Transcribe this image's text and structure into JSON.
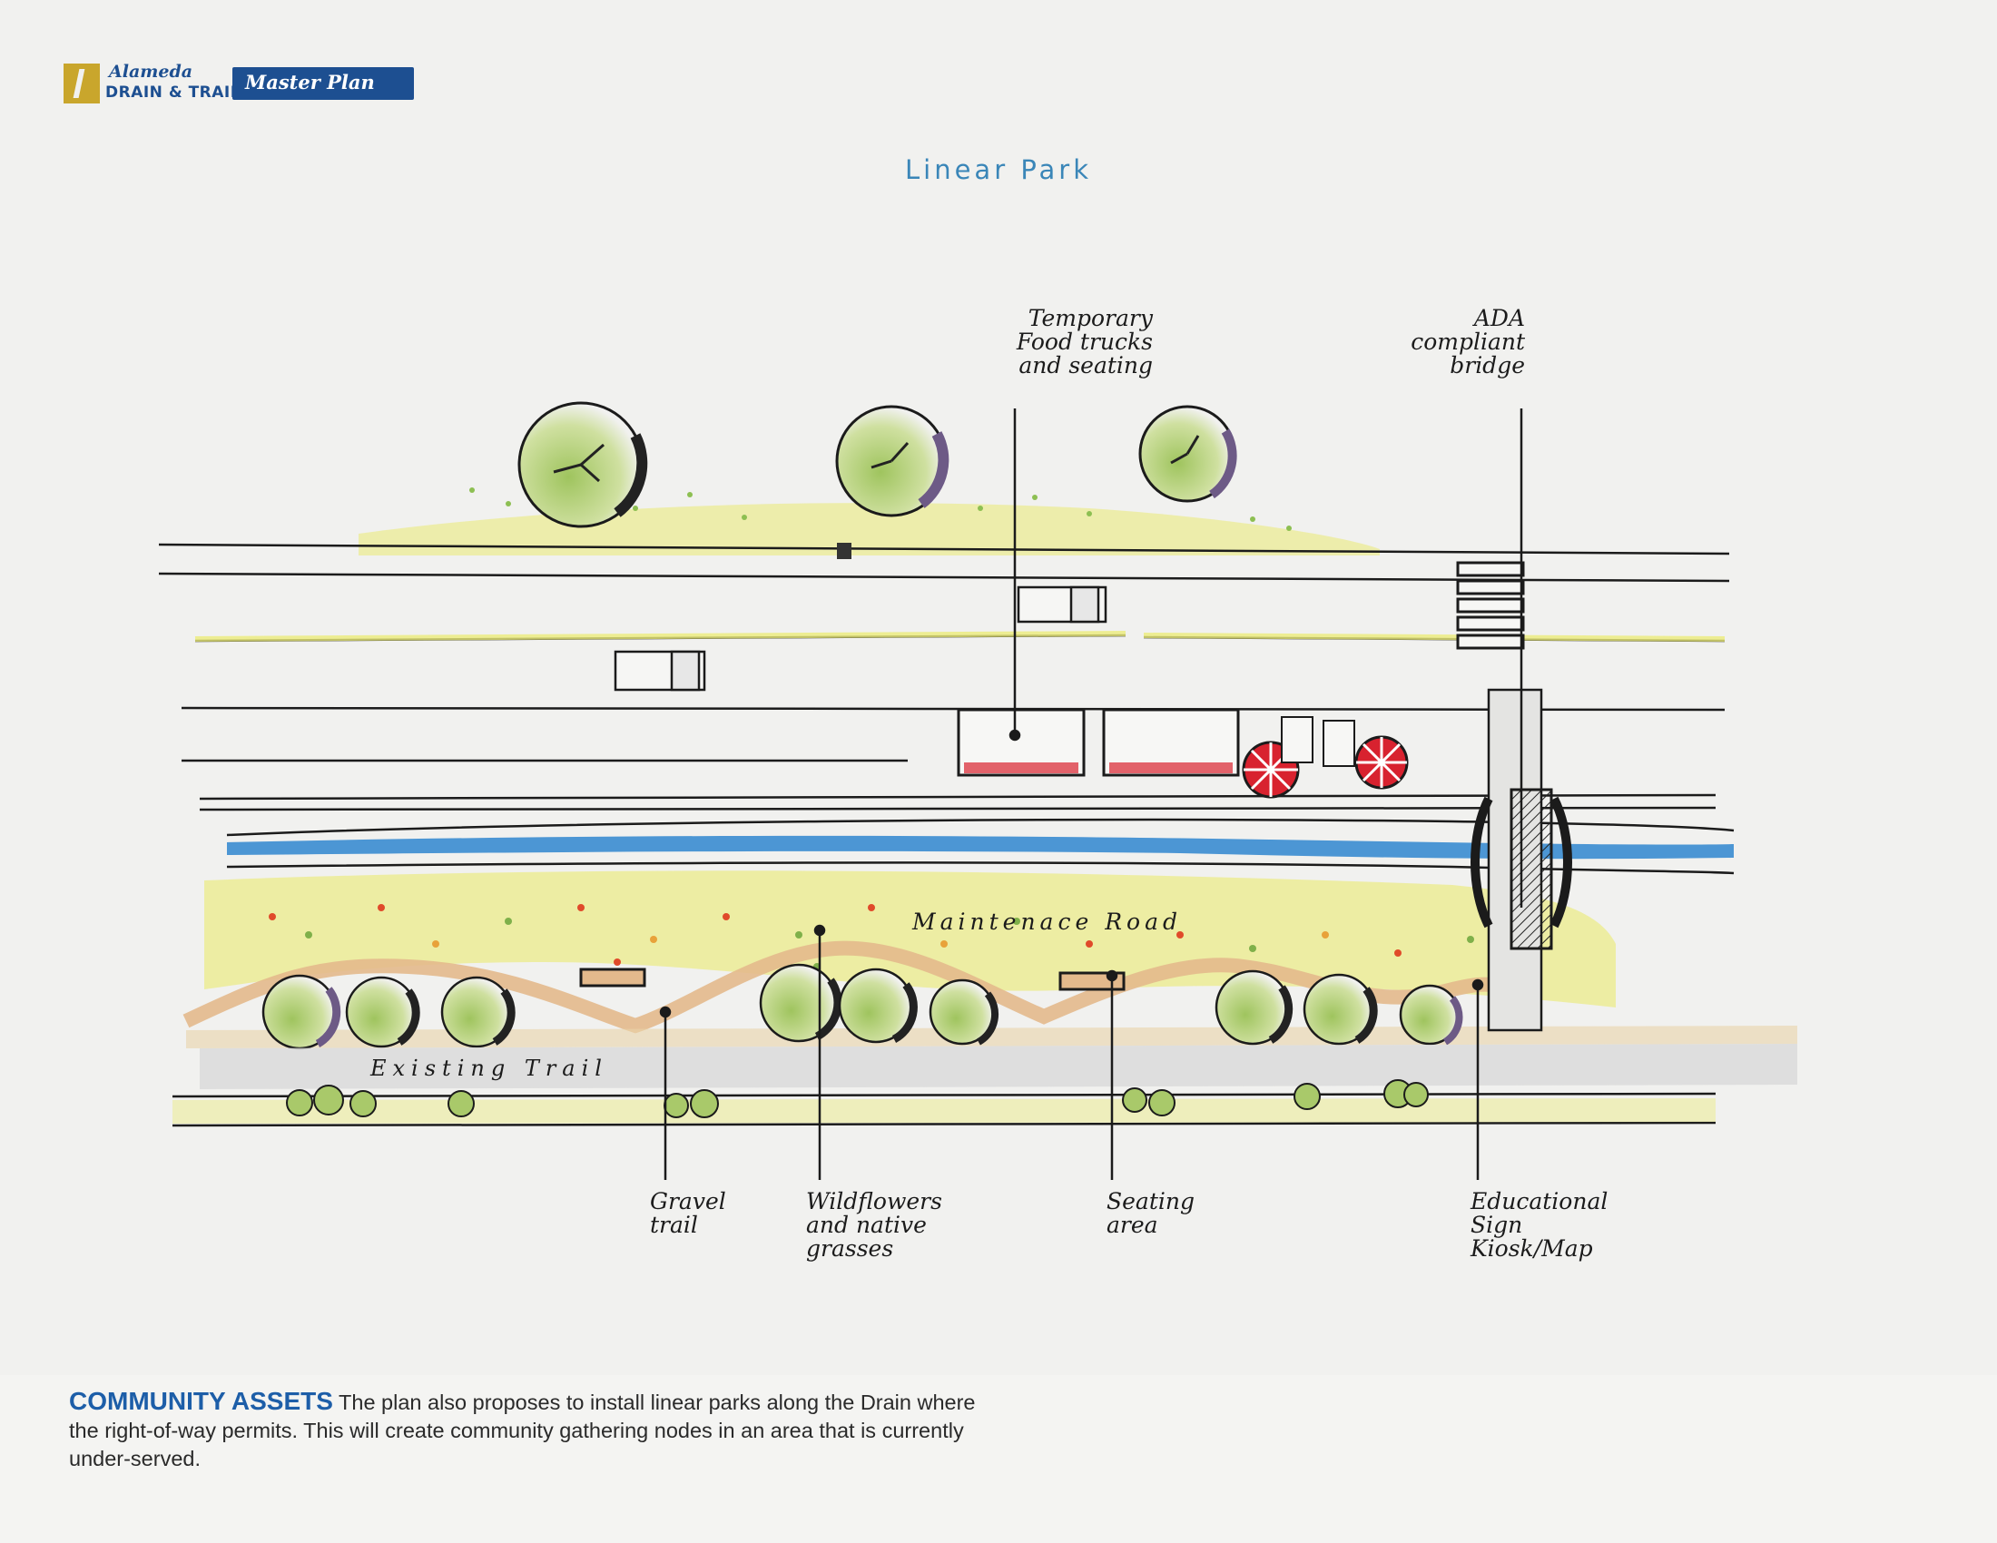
{
  "logo": {
    "brand_line1": "Alameda",
    "brand_line2": "DRAIN & TRAIL",
    "badge": "Master Plan"
  },
  "title": "Linear Park",
  "callouts": {
    "food_trucks": "Temporary\nFood trucks\nand seating",
    "bridge": "ADA\ncompliant\nbridge",
    "maintenance_road": "Maintenace Road",
    "existing_trail": "Existing Trail",
    "gravel_trail": "Gravel\ntrail",
    "wildflowers": "Wildflowers\nand native\ngrasses",
    "seating": "Seating\narea",
    "sign": "Educational\nSign\nKiosk/Map"
  },
  "footer": {
    "heading": "COMMUNITY ASSETS",
    "text": " The plan also proposes to install linear parks along the Drain where the right-of-way permits. This will create community gathering nodes in an area that is currently under-served."
  },
  "colors": {
    "brand_blue": "#1d4f91",
    "brand_gold": "#c9a62c",
    "title_blue": "#3a86b8",
    "heading_blue": "#1d5ea8",
    "grass_yellow": "#ecec9a",
    "tree_green": "#a9c96a",
    "water_blue": "#2f86cf",
    "trail_orange": "#e3b98c",
    "umbrella_red": "#d8222f"
  }
}
